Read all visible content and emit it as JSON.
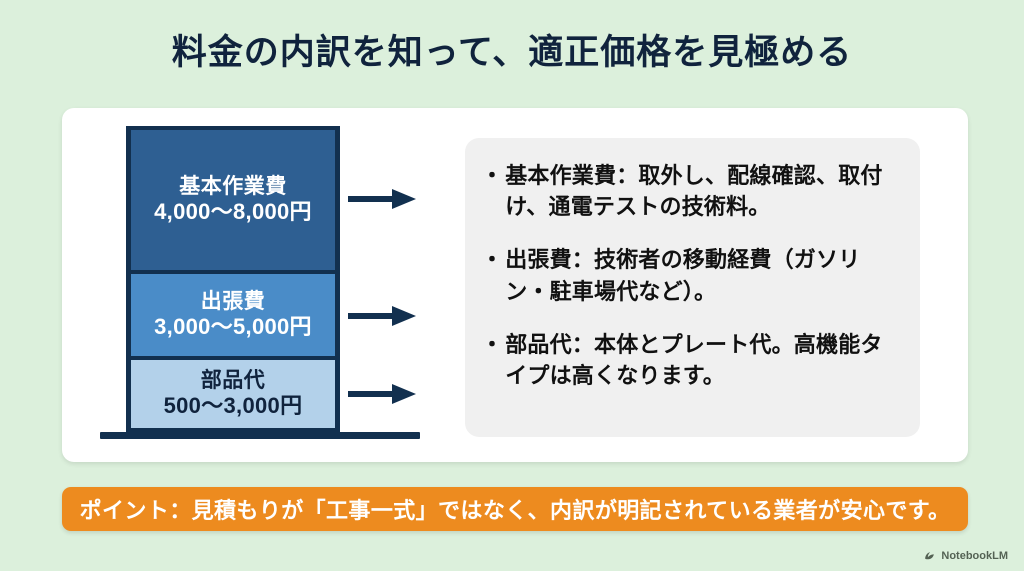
{
  "slide": {
    "background_color": "#dcf0dc",
    "title": "料金の内訳を知って、適正価格を見極める"
  },
  "chart_data": {
    "type": "bar",
    "orientation": "vertical-stacked",
    "title": "料金の内訳",
    "xlabel": "",
    "ylabel": "",
    "categories": [
      "基本作業費",
      "出張費",
      "部品代"
    ],
    "segments": [
      {
        "label": "基本作業費",
        "value_text": "4,000〜8,000円",
        "min": 4000,
        "max": 8000,
        "unit": "円",
        "color": "#2e5f92",
        "text_color": "#ffffff"
      },
      {
        "label": "出張費",
        "value_text": "3,000〜5,000円",
        "min": 3000,
        "max": 5000,
        "unit": "円",
        "color": "#4a8cc8",
        "text_color": "#ffffff"
      },
      {
        "label": "部品代",
        "value_text": "500〜3,000円",
        "min": 500,
        "max": 3000,
        "unit": "円",
        "color": "#b3d1ea",
        "text_color": "#10233d"
      }
    ],
    "axis_color": "#12304f",
    "grid": false,
    "legend": false
  },
  "notes": {
    "panel_color": "#f0f0f0",
    "bullet_glyph": "・",
    "items": [
      {
        "text": "基本作業費：取外し、配線確認、取付け、通電テストの技術料。"
      },
      {
        "text": "出張費：技術者の移動経費（ガソリン・駐車場代など）。"
      },
      {
        "text": "部品代：本体とプレート代。高機能タイプは高くなります。"
      }
    ]
  },
  "banner": {
    "text": "ポイント：見積もりが「工事一式」ではなく、内訳が明記されている業者が安心です。",
    "background_color": "#ed8b1f",
    "text_color": "#ffffff"
  },
  "watermark": {
    "label": "NotebookLM",
    "icon": "notebooklm-logo-icon"
  }
}
